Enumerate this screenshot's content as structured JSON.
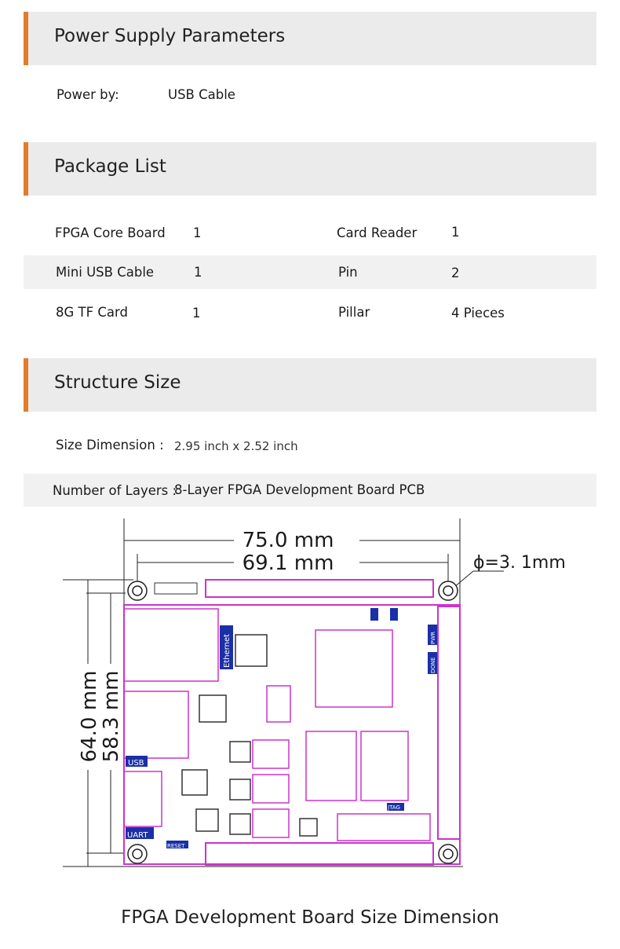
{
  "power": {
    "title": "Power Supply Parameters",
    "label": "Power by:",
    "value": "USB Cable"
  },
  "package": {
    "title": "Package List",
    "rows": [
      {
        "left_name": "FPGA Core Board",
        "left_qty": "1",
        "right_name": "Card Reader",
        "right_qty": "1"
      },
      {
        "left_name": "Mini USB Cable",
        "left_qty": "1",
        "right_name": "Pin",
        "right_qty": "2"
      },
      {
        "left_name": "8G TF Card",
        "left_qty": "1",
        "right_name": "Pillar",
        "right_qty": "4 Pieces"
      }
    ]
  },
  "structure": {
    "title": "Structure Size",
    "size_label": "Size Dimension :",
    "size_value": "2.95 inch x 2.52 inch",
    "layers_label": "Number of Layers :",
    "layers_value": "8-Layer FPGA Development Board PCB"
  },
  "diagram": {
    "width_outer": "75.0 mm",
    "width_inner": "69.1 mm",
    "height_outer": "64.0 mm",
    "height_inner": "58.3 mm",
    "hole": "ϕ=3. 1mm",
    "labels": {
      "ethernet": "Ethernet",
      "usb": "USB",
      "uart": "UART",
      "reset": "RESET",
      "jtag": "JTAG",
      "pwr": "PWR",
      "done": "DONE"
    },
    "colors": {
      "silk": "#cc33cc",
      "outline": "#222222",
      "tag": "#1a2fa8"
    }
  },
  "caption": "FPGA Development Board Size Dimension"
}
